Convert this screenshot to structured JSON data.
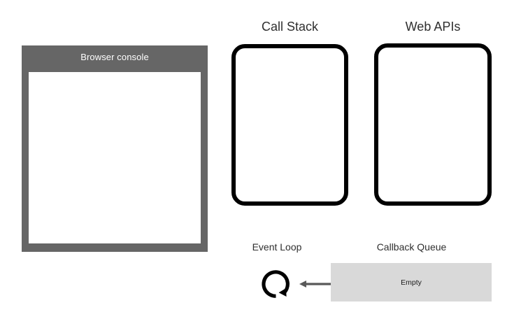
{
  "diagram": {
    "title": "JavaScript runtime event loop diagram",
    "colors": {
      "console_panel": "#666666",
      "console_screen": "#ffffff",
      "box_border": "#000000",
      "queue_fill": "#d9d9d9",
      "arrow": "#595959",
      "title_text": "#2f2f2f",
      "console_label_text": "#ffffff"
    }
  },
  "console": {
    "label": "Browser console",
    "output": ""
  },
  "call_stack": {
    "title": "Call Stack",
    "frames": []
  },
  "web_apis": {
    "title": "Web APIs",
    "items": []
  },
  "event_loop": {
    "title": "Event Loop",
    "icon": "circular-arrow-icon"
  },
  "feed_arrow": {
    "icon": "arrow-left-icon",
    "direction": "left"
  },
  "callback_queue": {
    "title": "Callback Queue",
    "status": "Empty",
    "items": []
  }
}
